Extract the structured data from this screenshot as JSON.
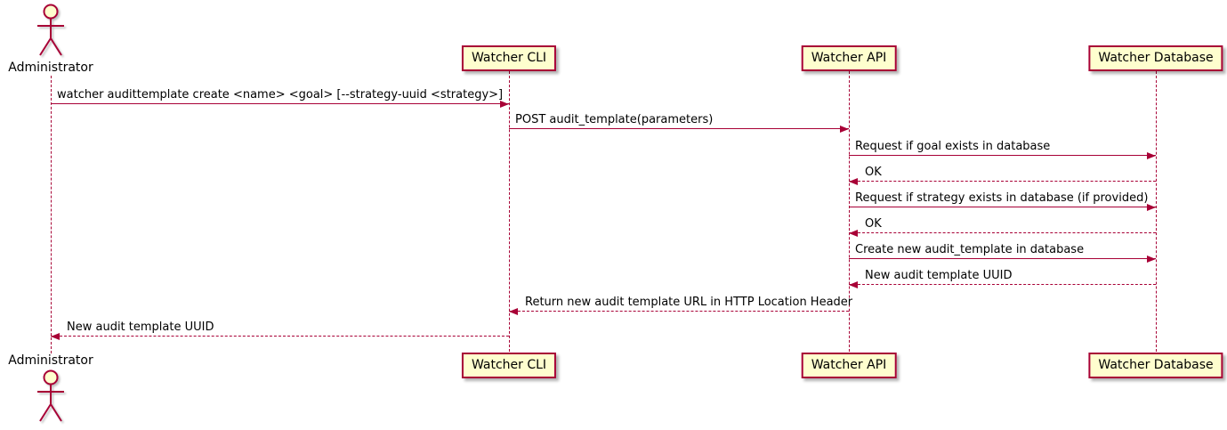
{
  "diagram": {
    "type": "sequence-diagram",
    "colors": {
      "accent": "#A80036",
      "participant_fill": "#FEFECE",
      "text": "#000000",
      "background": "#FFFFFF"
    },
    "actor": {
      "name": "Administrator"
    },
    "participants": [
      {
        "label": "Watcher CLI"
      },
      {
        "label": "Watcher API"
      },
      {
        "label": "Watcher Database"
      }
    ],
    "messages": [
      {
        "from": "Administrator",
        "to": "Watcher CLI",
        "style": "solid",
        "text": "watcher audittemplate create <name> <goal> [--strategy-uuid <strategy>]"
      },
      {
        "from": "Watcher CLI",
        "to": "Watcher API",
        "style": "solid",
        "text": "POST audit_template(parameters)"
      },
      {
        "from": "Watcher API",
        "to": "Watcher Database",
        "style": "solid",
        "text": "Request if goal exists in database"
      },
      {
        "from": "Watcher Database",
        "to": "Watcher API",
        "style": "dashed",
        "text": "OK"
      },
      {
        "from": "Watcher API",
        "to": "Watcher Database",
        "style": "solid",
        "text": "Request if strategy exists in database (if provided)"
      },
      {
        "from": "Watcher Database",
        "to": "Watcher API",
        "style": "dashed",
        "text": "OK"
      },
      {
        "from": "Watcher API",
        "to": "Watcher Database",
        "style": "solid",
        "text": "Create new audit_template in database"
      },
      {
        "from": "Watcher Database",
        "to": "Watcher API",
        "style": "dashed",
        "text": "New audit template UUID"
      },
      {
        "from": "Watcher API",
        "to": "Watcher CLI",
        "style": "dashed",
        "text": "Return new audit template URL in HTTP Location Header"
      },
      {
        "from": "Watcher CLI",
        "to": "Administrator",
        "style": "dashed",
        "text": "New audit template UUID"
      }
    ]
  }
}
